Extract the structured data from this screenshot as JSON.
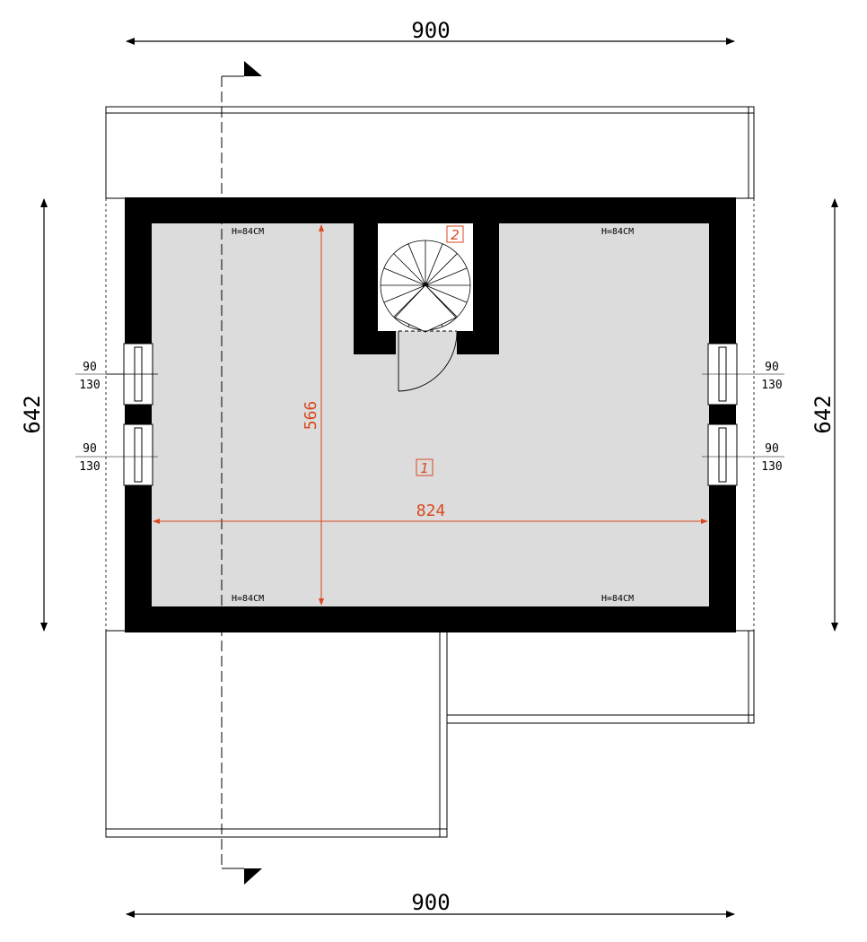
{
  "dimensions": {
    "top_width": "900",
    "bottom_width": "900",
    "left_height": "642",
    "right_height": "642",
    "room_height": "566",
    "room_width": "824"
  },
  "room_labels": {
    "main": "1",
    "stair": "2"
  },
  "height_notes": {
    "top_left": "H=84CM",
    "top_right": "H=84CM",
    "bottom_left": "H=84CM",
    "bottom_right": "H=84CM"
  },
  "windows": {
    "left_upper": {
      "width": "90",
      "height": "130"
    },
    "left_lower": {
      "width": "90",
      "height": "130"
    },
    "right_upper": {
      "width": "90",
      "height": "130"
    },
    "right_lower": {
      "width": "90",
      "height": "130"
    }
  },
  "colors": {
    "wall": "#000000",
    "floor": "#dcdcdc",
    "dimension_accent": "#d9481f"
  }
}
